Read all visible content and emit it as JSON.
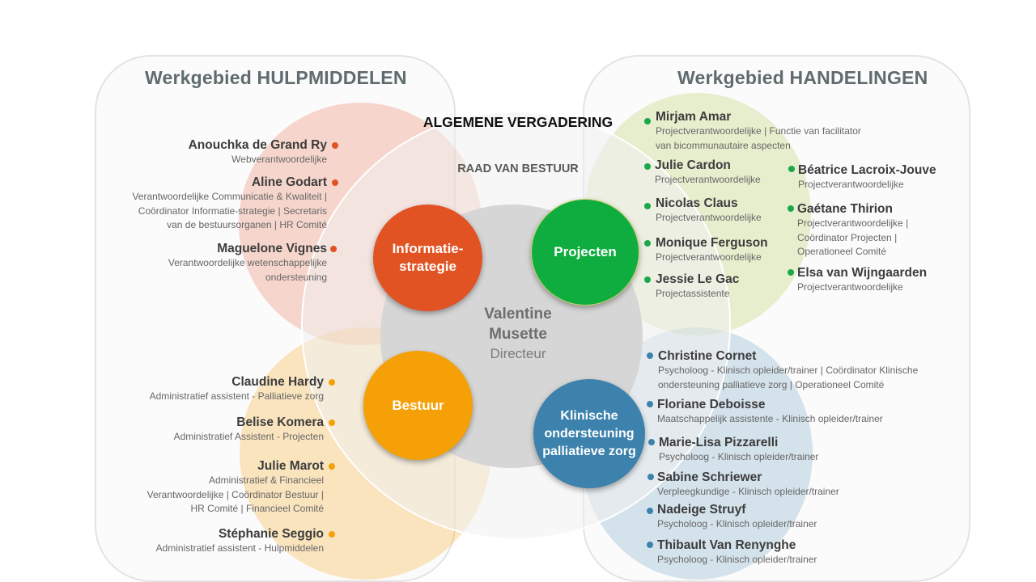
{
  "colors": {
    "informatie": "#e25324",
    "projecten": "#0fac3f",
    "bestuur": "#f5a006",
    "klinisch": "#3d82ad",
    "dot_red": "#e25324",
    "dot_green": "#1aa84a",
    "dot_orange": "#f5a006",
    "dot_blue": "#3d82ad"
  },
  "regions": {
    "left_title": "Werkgebied HULPMIDDELEN",
    "right_title": "Werkgebied HANDELINGEN"
  },
  "center": {
    "assembly": "ALGEMENE VERGADERING",
    "board": "RAAD VAN BESTUUR",
    "director_name_1": "Valentine",
    "director_name_2": "Musette",
    "director_title": "Directeur"
  },
  "hubs": {
    "informatie": "Informatie-strategie",
    "projecten": "Projecten",
    "bestuur": "Bestuur",
    "klinisch": "Klinische ondersteuning palliatieve zorg"
  },
  "people_informatie": [
    {
      "name": "Anouchka de Grand Ry",
      "role": "Webverantwoordelijke"
    },
    {
      "name": "Aline Godart",
      "role": "Verantwoordelijke Communicatie & Kwaliteit |\nCoördinator  Informatie-strategie | Secretaris\nvan de bestuursorganen | HR Comité"
    },
    {
      "name": "Maguelone Vignes",
      "role": "Verantwoordelijke wetenschappelijke\nondersteuning"
    }
  ],
  "people_bestuur": [
    {
      "name": "Claudine Hardy",
      "role": "Administratief assistent - Palliatieve zorg"
    },
    {
      "name": "Belise Komera",
      "role": "Administratief Assistent - Projecten"
    },
    {
      "name": "Julie Marot",
      "role": "Administratief & Financieel\nVerantwoordelijke | Coördinator Bestuur |\nHR Comité  | Financieel Comité"
    },
    {
      "name": "Stéphanie Seggio",
      "role": "Administratief assistent - Hulpmiddelen"
    }
  ],
  "people_projecten_a": [
    {
      "name": "Mirjam Amar",
      "role": "Projectverantwoordelijke | Functie van facilitator\nvan bicommunautaire aspecten"
    },
    {
      "name": "Julie Cardon",
      "role": "Projectverantwoordelijke"
    },
    {
      "name": "Nicolas Claus",
      "role": "Projectverantwoordelijke"
    },
    {
      "name": "Monique Ferguson",
      "role": "Projectverantwoordelijke"
    },
    {
      "name": "Jessie Le Gac",
      "role": "Projectassistente"
    }
  ],
  "people_projecten_b": [
    {
      "name": "Béatrice Lacroix-Jouve",
      "role": "Projectverantwoordelijke"
    },
    {
      "name": "Gaétane Thirion",
      "role": "Projectverantwoordelijke |\nCoördinator  Projecten |\nOperationeel Comité"
    },
    {
      "name": "Elsa van Wijngaarden",
      "role": "Projectverantwoordelijke"
    }
  ],
  "people_klinisch": [
    {
      "name": "Christine Cornet",
      "role": "Psycholoog - Klinisch opleider/trainer | Coördinator  Klinische\nondersteuning palliatieve zorg | Operationeel Comité"
    },
    {
      "name": "Floriane Deboisse",
      "role": "Maatschappelijk assistente - Klinisch opleider/trainer"
    },
    {
      "name": "Marie-Lisa Pizzarelli",
      "role": "Psycholoog - Klinisch opleider/trainer"
    },
    {
      "name": "Sabine Schriewer",
      "role": "Verpleegkundige - Klinisch opleider/trainer"
    },
    {
      "name": "Nadeige Struyf",
      "role": "Psycholoog - Klinisch opleider/trainer"
    },
    {
      "name": "Thibault Van Renynghe",
      "role": "Psycholoog - Klinisch opleider/trainer"
    }
  ]
}
